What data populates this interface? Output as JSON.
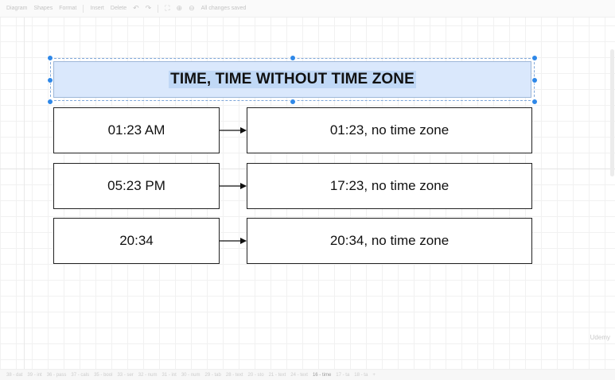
{
  "toolbar": {
    "items": [
      "Diagram",
      "Shapes",
      "Format",
      "Insert",
      "Delete"
    ],
    "status": "All changes saved"
  },
  "title": "TIME, TIME WITHOUT TIME ZONE",
  "rows": [
    {
      "input": "01:23 AM",
      "output": "01:23, no time zone"
    },
    {
      "input": "05:23 PM",
      "output": "17:23, no time zone"
    },
    {
      "input": "20:34",
      "output": "20:34, no time zone"
    }
  ],
  "pages": [
    "38 - dat",
    "39 - int",
    "36 - pass",
    "37 - cals",
    "35 - bool",
    "33 - ser",
    "32 - num",
    "31 - int",
    "30 - num",
    "29 - tab",
    "28 - text",
    "20 - sto",
    "21 - text",
    "24 - text",
    "16 - time",
    "17 - ta",
    "18 - ta"
  ],
  "watermark": "Udemy"
}
